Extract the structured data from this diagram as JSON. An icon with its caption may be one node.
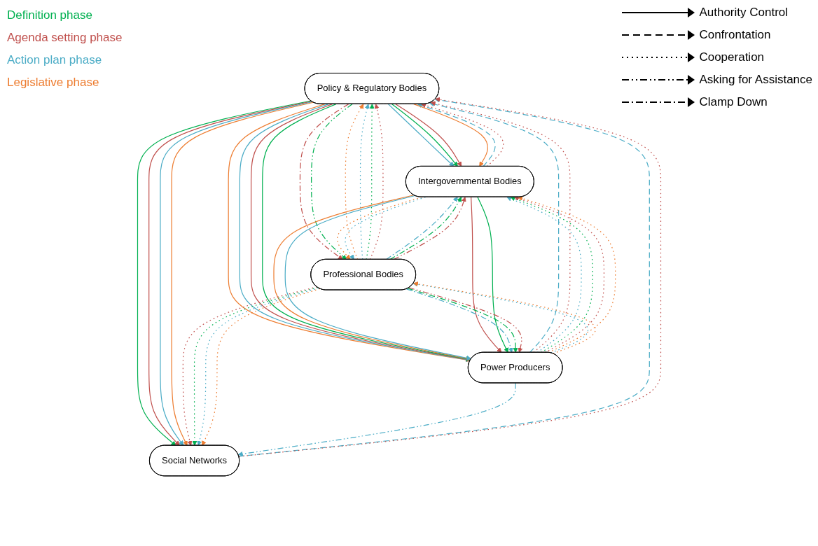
{
  "diagram": {
    "nodes": [
      {
        "text": [
          "Policy & Regulatory Bodies"
        ]
      },
      {
        "text": [
          "Intergovernmental Bodies"
        ]
      },
      {
        "text": [
          "Professional Bodies"
        ]
      },
      {
        "text": [
          "Power Producers"
        ]
      },
      {
        "text": [
          "Social Networks"
        ]
      }
    ],
    "edges": [
      {
        "from": 1,
        "to": 0,
        "arrow": "to",
        "style": "dashed",
        "color": "#4bacc6"
      },
      {
        "from": 0,
        "to": 1,
        "arrow": "to",
        "color": "#4bacc6"
      },
      {
        "from": 0,
        "to": 1,
        "arrow": "to",
        "color": "#00b050"
      },
      {
        "from": 0,
        "to": 1,
        "arrow": "to",
        "color": "#c0504d"
      },
      {
        "from": 0,
        "to": 1,
        "arrow": "to",
        "color": "#ed7d31"
      },
      {
        "from": 1,
        "to": 0,
        "arrow": "to",
        "style": "dashed",
        "color": "#c0504d"
      },
      {
        "from": 2,
        "to": 0,
        "arrow": "to",
        "style": "dashed",
        "color": "#ed7d31"
      },
      {
        "from": 2,
        "to": 0,
        "arrow": "to",
        "style": "dashed",
        "color": "#4bacc6"
      },
      {
        "from": 2,
        "to": 0,
        "arrow": "to",
        "style": "dashed",
        "color": "#00b050"
      },
      {
        "from": 2,
        "to": 0,
        "arrow": "to",
        "style": "dashed",
        "color": "#c0504d"
      },
      {
        "from": 0,
        "to": 2,
        "arrow": "to",
        "style": "dashed",
        "color": "#c0504d"
      },
      {
        "from": 0,
        "to": 2,
        "arrow": "to",
        "style": "dashed",
        "color": "#00b050"
      },
      {
        "from": 1,
        "to": 2,
        "arrow": "to",
        "style": "dashed",
        "color": "#ed7d31"
      },
      {
        "from": 1,
        "to": 2,
        "arrow": "to",
        "style": "dashed",
        "color": "#4bacc6"
      },
      {
        "from": 2,
        "to": 1,
        "arrow": "to",
        "style": "dashed",
        "color": "#4bacc6"
      },
      {
        "from": 2,
        "to": 1,
        "arrow": "to",
        "style": "dashed",
        "color": "#00b050"
      },
      {
        "from": 2,
        "to": 1,
        "arrow": "to",
        "style": "dashed",
        "color": "#c0504d"
      },
      {
        "from": 0,
        "to": 3,
        "arrow": "to",
        "color": "#ed7d31"
      },
      {
        "from": 0,
        "to": 3,
        "arrow": "to",
        "color": "#4bacc6"
      },
      {
        "from": 0,
        "to": 3,
        "arrow": "to",
        "color": "#c0504d"
      },
      {
        "from": 0,
        "to": 3,
        "arrow": "to",
        "color": "#00b050"
      },
      {
        "from": 3,
        "to": 0,
        "arrow": "to",
        "style": "dashed",
        "color": "#4bacc6"
      },
      {
        "from": 3,
        "to": 0,
        "arrow": "to",
        "style": "dashed",
        "color": "#c0504d"
      },
      {
        "from": 0,
        "to": 4,
        "arrow": "to",
        "color": "#00b050"
      },
      {
        "from": 0,
        "to": 4,
        "arrow": "to",
        "color": "#c0504d"
      },
      {
        "from": 0,
        "to": 4,
        "arrow": "to",
        "color": "#4bacc6"
      },
      {
        "from": 0,
        "to": 4,
        "arrow": "to",
        "color": "#ed7d31"
      },
      {
        "from": 4,
        "to": 0,
        "arrow": "to",
        "style": "dashed",
        "color": "#4bacc6"
      },
      {
        "from": 4,
        "to": 0,
        "arrow": "to",
        "style": "dashed",
        "color": "#c0504d"
      },
      {
        "from": 1,
        "to": 3,
        "arrow": "to",
        "color": "#ed7d31"
      },
      {
        "from": 1,
        "to": 3,
        "arrow": "to",
        "color": "#4bacc6"
      },
      {
        "from": 1,
        "to": 3,
        "arrow": "to",
        "color": "#c0504d"
      },
      {
        "from": 1,
        "to": 3,
        "arrow": "to",
        "color": "#00b050"
      },
      {
        "from": 3,
        "to": 1,
        "arrow": "to",
        "style": "dashed",
        "color": "#4bacc6"
      },
      {
        "from": 3,
        "to": 1,
        "arrow": "to",
        "style": "dashed",
        "color": "#00b050"
      },
      {
        "from": 3,
        "to": 1,
        "arrow": "to",
        "style": "dashed",
        "color": "#c0504d"
      },
      {
        "from": 3,
        "to": 1,
        "arrow": "to",
        "style": "dashed",
        "color": "#ed7d31"
      },
      {
        "from": 3,
        "to": 2,
        "arrow": "to",
        "style": "dashed",
        "color": "#4bacc6"
      },
      {
        "from": 3,
        "to": 2,
        "arrow": "to",
        "style": "dashed",
        "color": "#ed7d31"
      },
      {
        "from": 2,
        "to": 3,
        "arrow": "to",
        "style": "dashed",
        "color": "#4bacc6"
      },
      {
        "from": 2,
        "to": 3,
        "arrow": "to",
        "style": "dashed",
        "color": "#00b050"
      },
      {
        "from": 2,
        "to": 3,
        "arrow": "to",
        "style": "dashed",
        "color": "#c0504d"
      },
      {
        "from": 2,
        "to": 4,
        "arrow": "to",
        "style": "dashed",
        "color": "#c0504d"
      },
      {
        "from": 2,
        "to": 4,
        "arrow": "to",
        "style": "dashed",
        "color": "#00b050"
      },
      {
        "from": 2,
        "to": 4,
        "arrow": "to",
        "style": "dashed",
        "color": "#4bacc6"
      },
      {
        "from": 2,
        "to": 4,
        "arrow": "to",
        "style": "dashed",
        "color": "#ed7d31"
      },
      {
        "from": 3,
        "to": 4,
        "arrow": "to",
        "style": "dashed",
        "color": "#4bacc6"
      }
    ],
    "legend": [
      {
        "text": "Definition phase",
        "color": "#00b050"
      },
      {
        "text": "Agenda setting phase",
        "color": "#c0504d"
      },
      {
        "text": "Action plan phase",
        "color": "#4bacc6"
      },
      {
        "text": "Legislative phase",
        "color": "#ed7d31"
      },
      {
        "text": "Authority Control"
      },
      {
        "text": "Confrontation"
      },
      {
        "text": "Cooperation"
      },
      {
        "text": "Asking for Assistance"
      },
      {
        "text": "Clamp Down"
      }
    ]
  }
}
